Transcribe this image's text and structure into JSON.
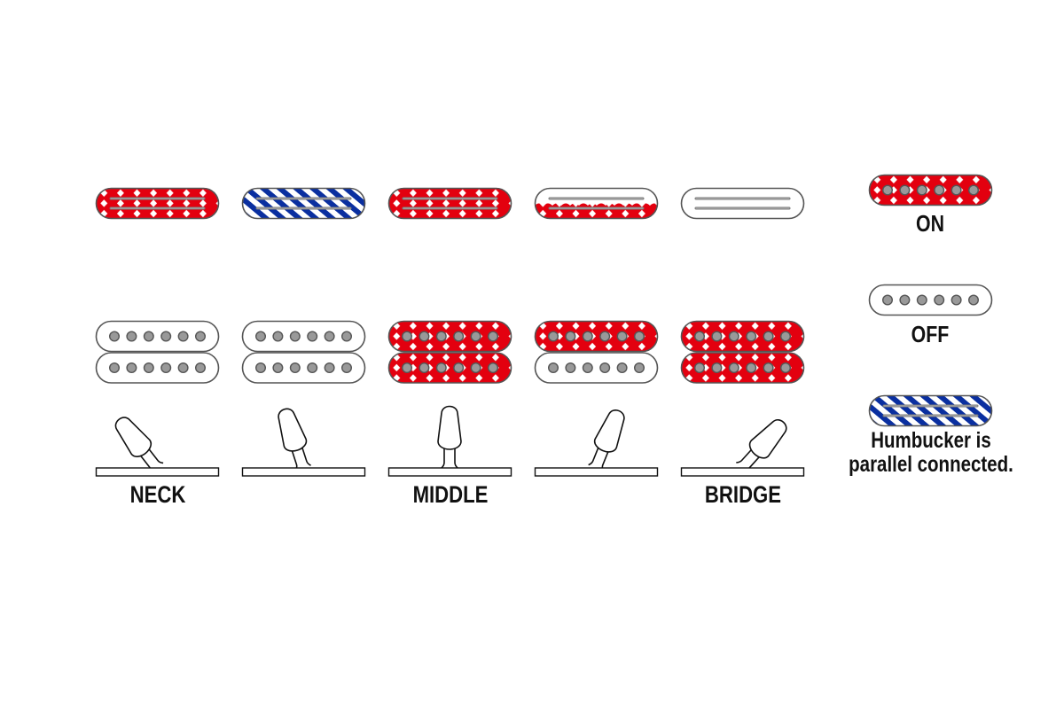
{
  "colors": {
    "on_red": "#e3000f",
    "parallel_blue": "#0a2fa0",
    "outline": "#555555",
    "pole": "#999999",
    "text": "#111111"
  },
  "positions": [
    {
      "label": "NECK",
      "single": "on",
      "humbucker": [
        "off",
        "off"
      ],
      "switch_tilt_deg": -38
    },
    {
      "label": "",
      "single": "parallel",
      "humbucker": [
        "off",
        "off"
      ],
      "switch_tilt_deg": -18
    },
    {
      "label": "MIDDLE",
      "single": "on",
      "humbucker": [
        "on",
        "on"
      ],
      "switch_tilt_deg": 0
    },
    {
      "label": "",
      "single": "half",
      "humbucker": [
        "on",
        "off"
      ],
      "switch_tilt_deg": 22
    },
    {
      "label": "BRIDGE",
      "single": "off",
      "humbucker": [
        "on",
        "on"
      ],
      "switch_tilt_deg": 42
    }
  ],
  "legend": {
    "on_label": "ON",
    "off_label": "OFF",
    "parallel_line1": "Humbucker is",
    "parallel_line2": "parallel connected."
  }
}
